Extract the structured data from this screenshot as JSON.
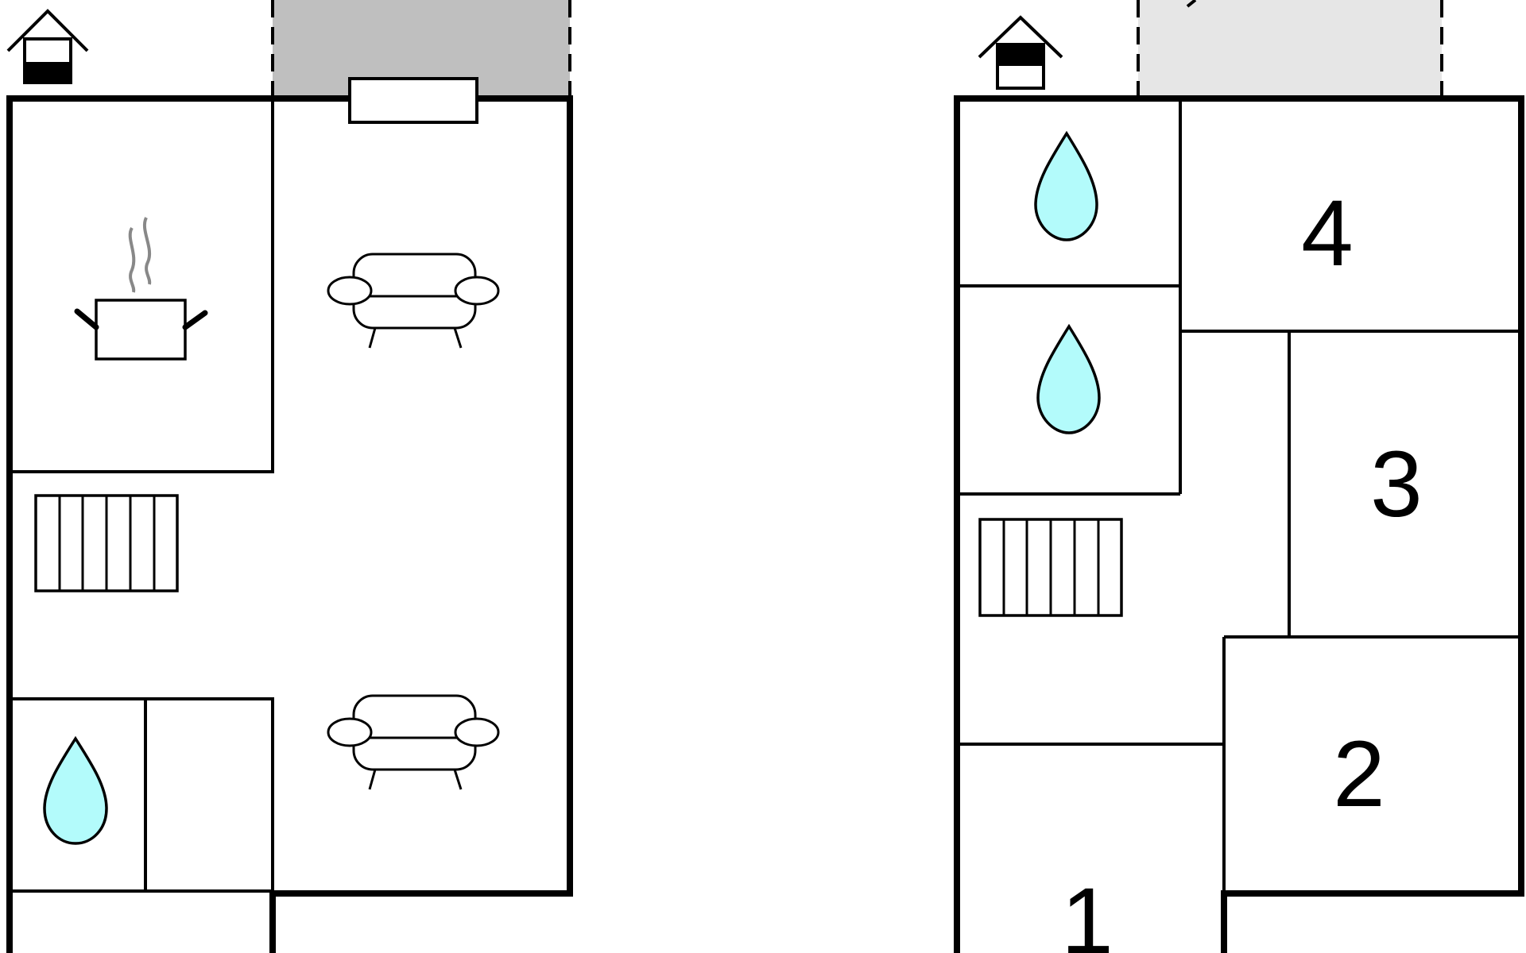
{
  "floors": [
    {
      "name": "ground-floor",
      "rooms": [
        {
          "type": "kitchen",
          "icon": "cooking-pot-icon"
        },
        {
          "type": "living",
          "icon": "sofa-icon"
        },
        {
          "type": "living",
          "icon": "sofa-icon"
        },
        {
          "type": "bathroom",
          "icon": "water-drop-icon"
        },
        {
          "type": "stairs",
          "icon": "stairs-icon"
        },
        {
          "type": "terrace",
          "icon": "terrace-icon"
        }
      ],
      "indicator_icon": "house-ground-floor-icon"
    },
    {
      "name": "upper-floor",
      "rooms": [
        {
          "type": "bathroom",
          "icon": "water-drop-icon"
        },
        {
          "type": "bathroom",
          "icon": "water-drop-icon"
        },
        {
          "type": "bedroom",
          "label": "4"
        },
        {
          "type": "bedroom",
          "label": "3"
        },
        {
          "type": "bedroom",
          "label": "2"
        },
        {
          "type": "bedroom",
          "label": "1"
        },
        {
          "type": "stairs",
          "icon": "stairs-icon"
        },
        {
          "type": "balcony",
          "icon": "balcony-icon"
        }
      ],
      "indicator_icon": "house-upper-floor-icon"
    }
  ],
  "colors": {
    "water": "#b3fbfb",
    "terrace": "#bfbfbf",
    "balcony": "#e6e6e6",
    "wall": "#000000"
  }
}
